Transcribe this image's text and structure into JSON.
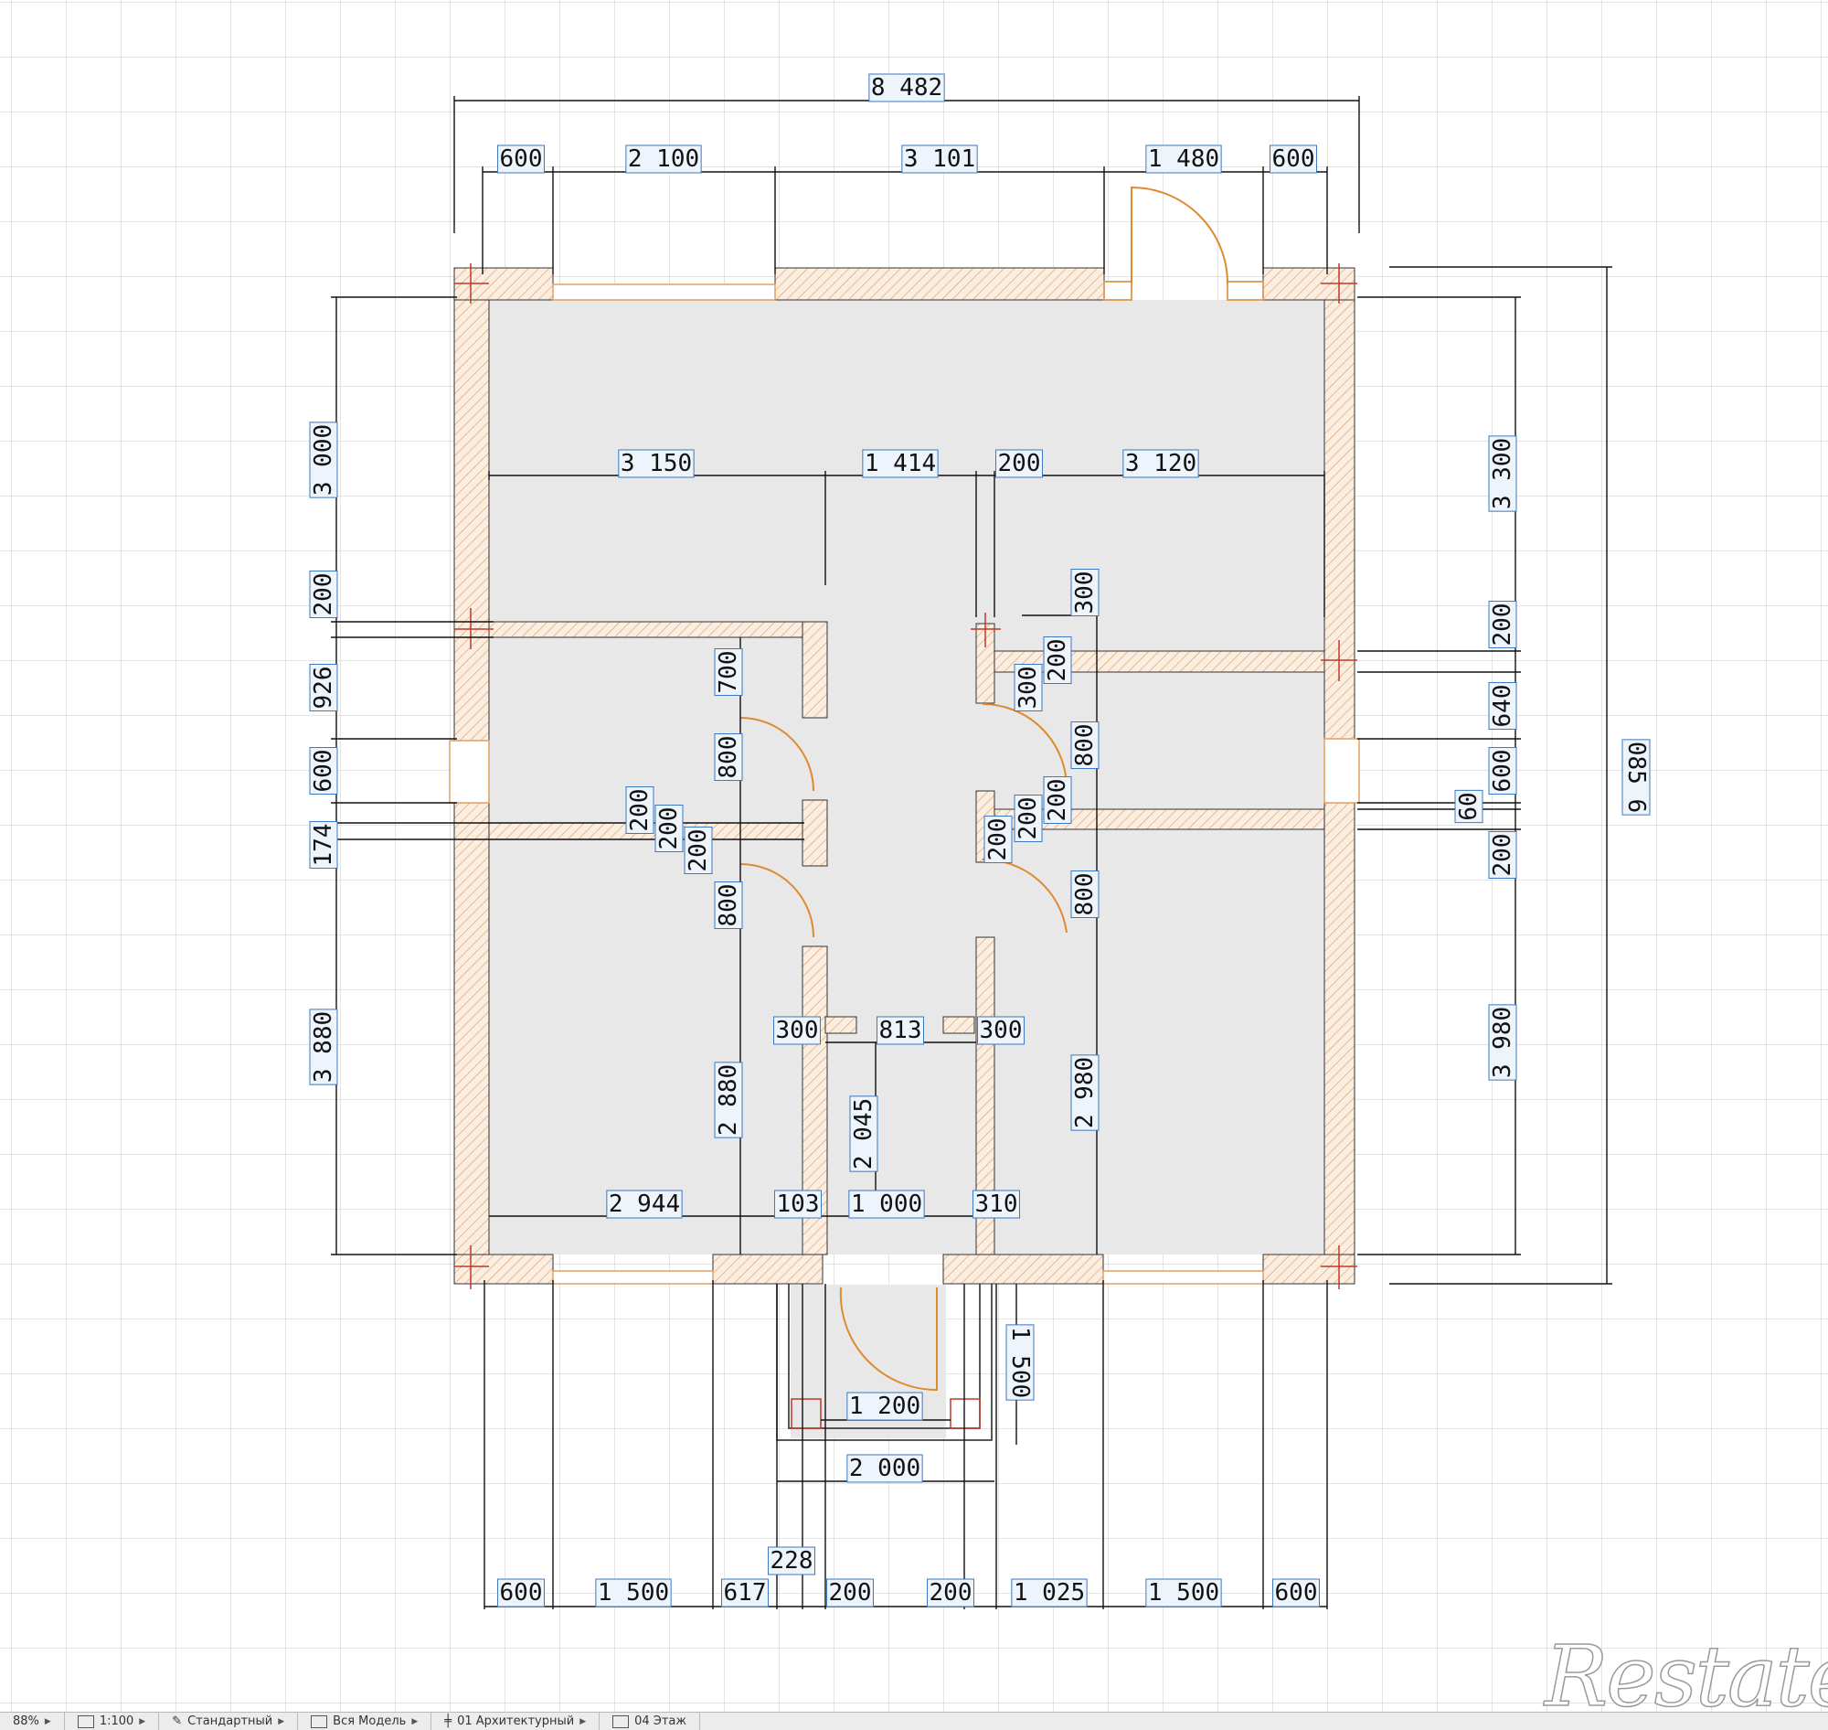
{
  "dims_top": {
    "overall": "8 482",
    "segments": [
      "600",
      "2 100",
      "3 101",
      "1 480",
      "600"
    ]
  },
  "dims_bottom": {
    "segments": [
      "600",
      "1 500",
      "617",
      "200",
      "200",
      "1 025",
      "1 500",
      "600"
    ],
    "extra": "228",
    "porch_width": "2 000",
    "porch_inner": "1 200",
    "porch_depth": "1 500"
  },
  "dims_left": [
    "3 000",
    "200",
    "926",
    "600",
    "174",
    "3 880"
  ],
  "dims_right": [
    "3 300",
    "200",
    "640",
    "600",
    "60",
    "200",
    "3 980"
  ],
  "dim_far_right": "085 6",
  "dims_interior": {
    "row_top": [
      "3 150",
      "1 414",
      "200",
      "3 120"
    ],
    "left_door_1": "700",
    "left_door_2": "800",
    "left_small": [
      "200",
      "200",
      "200"
    ],
    "left_door_3": "800",
    "left_height": "2 880",
    "left_width": "2 944",
    "mid_103": "103",
    "mid_1000": "1 000",
    "mid_310": "310",
    "mid_300_left": "300",
    "mid_813": "813",
    "mid_300_right": "300",
    "mid_2045": "2 045",
    "right_300_a": "300",
    "right_300_b": "300",
    "right_200_a": "200",
    "right_800_a": "800",
    "right_200_b": "200",
    "right_200_c": "200",
    "right_200_d": "200",
    "right_800_b": "800",
    "right_height": "2 980"
  },
  "watermark": "Restate",
  "statusbar": [
    {
      "text": "88%",
      "icon": "zoom-icon"
    },
    {
      "text": "1:100",
      "icon": "scale-icon"
    },
    {
      "text": "Стандартный",
      "icon": "pen-icon"
    },
    {
      "text": "Вся Модель",
      "icon": "model-icon"
    },
    {
      "text": "01 Архитектурный",
      "icon": "layer-icon"
    },
    {
      "text": "04 Этаж",
      "icon": "floor-icon"
    }
  ],
  "colors": {
    "wall_fill": "#fbeee0",
    "wall_hatch": "#d9a06a",
    "floor": "#e8e8e8",
    "grid": "#dcdcdc",
    "dim_line": "#111111",
    "label_border": "#3a78c2",
    "door_arc": "#e08a30",
    "axis_marker": "#c0392b"
  }
}
